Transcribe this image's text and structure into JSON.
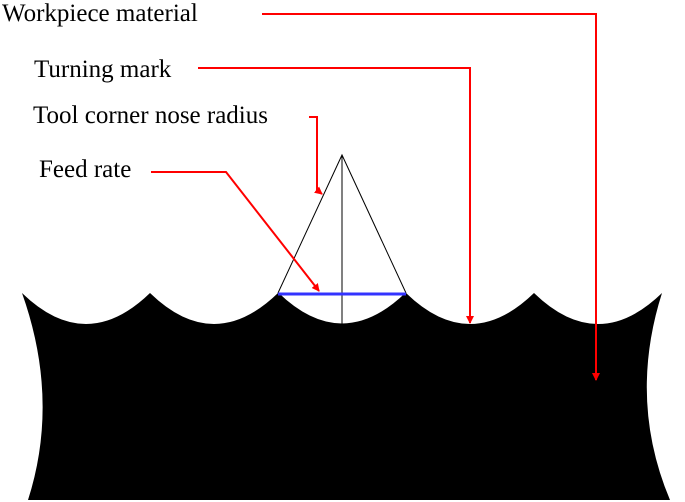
{
  "labels": {
    "workpiece_material": "Workpiece material",
    "turning_mark": "Turning mark",
    "tool_corner_nose_radius": "Tool corner nose radius",
    "feed_rate": "Feed rate"
  },
  "colors": {
    "leader_line": "#ff0000",
    "feed_rate_line": "#3333ff",
    "workpiece_fill": "#000000",
    "tool_outline": "#000000",
    "background": "#ffffff"
  }
}
